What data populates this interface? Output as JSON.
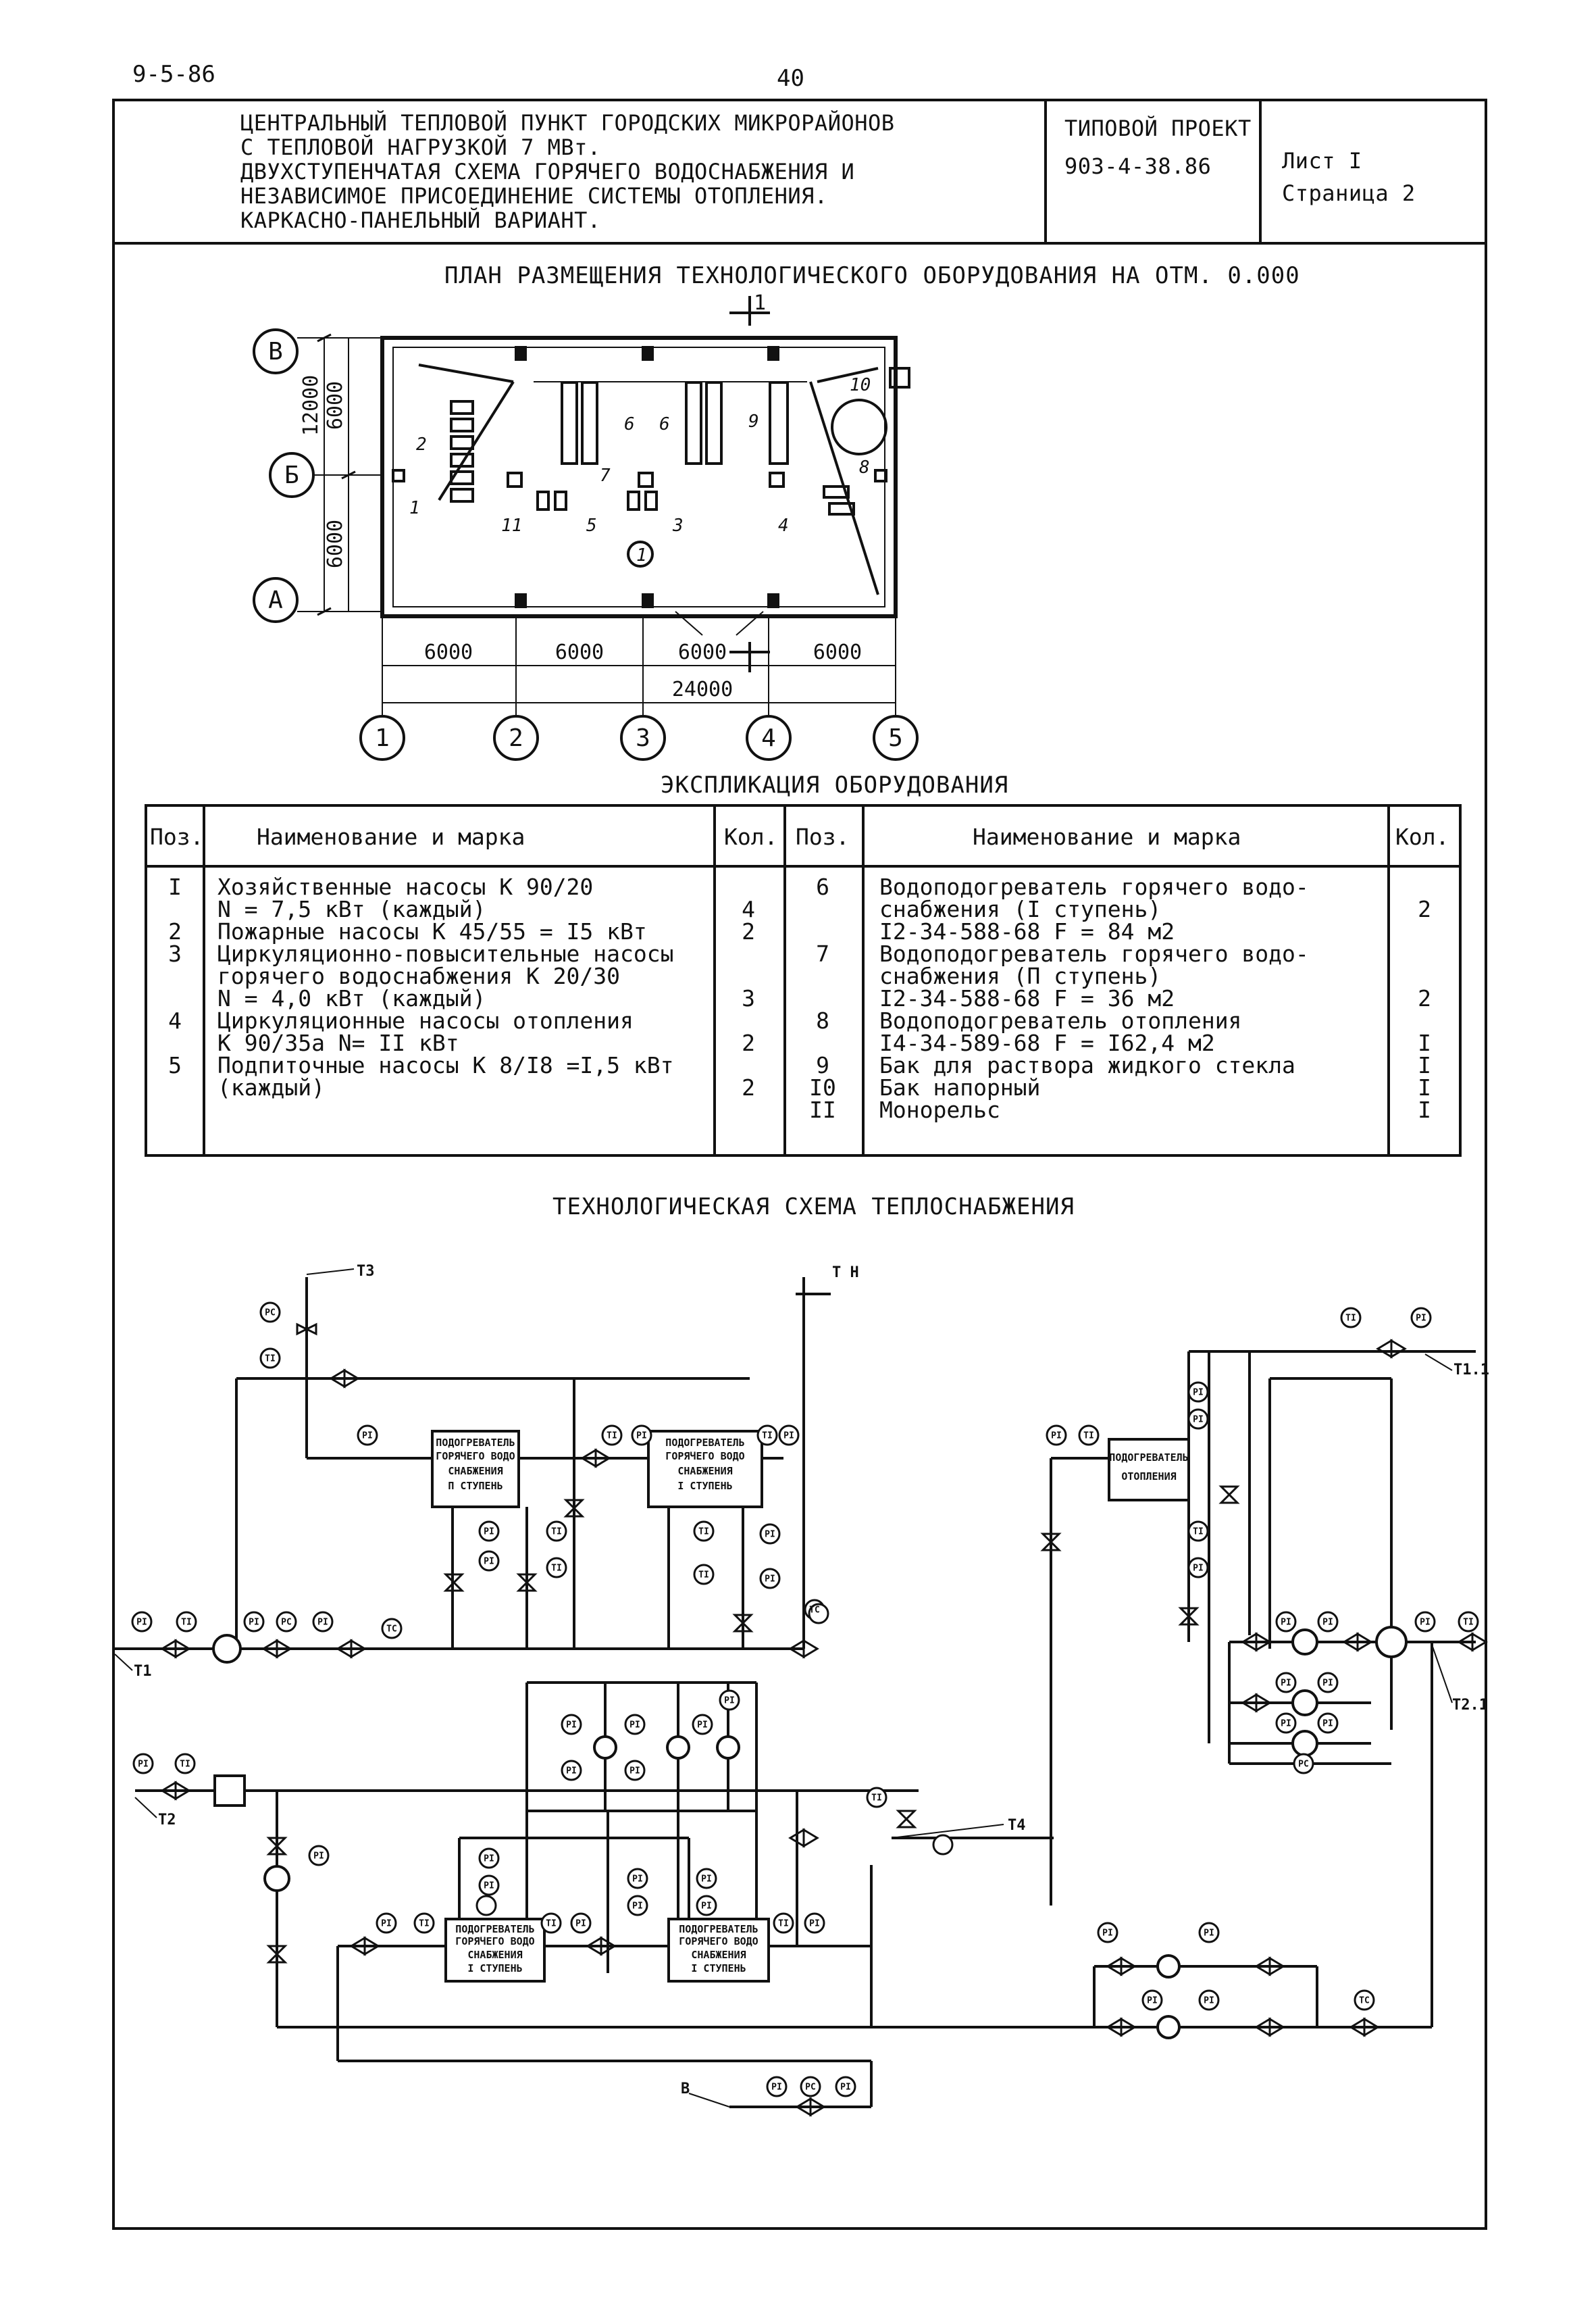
{
  "header": {
    "doc_code": "9-5-86",
    "page_number": "40"
  },
  "title_block": {
    "title_lines": [
      "ЦЕНТРАЛЬНЫЙ ТЕПЛОВОЙ ПУНКТ ГОРОДСКИХ МИКРОРАЙОНОВ",
      "С ТЕПЛОВОЙ НАГРУЗКОЙ 7 МВт.",
      "ДВУХСТУПЕНЧАТАЯ СХЕМА ГОРЯЧЕГО ВОДОСНАБЖЕНИЯ И",
      "НЕЗАВИСИМОЕ ПРИСОЕДИНЕНИЕ СИСТЕМЫ ОТОПЛЕНИЯ.",
      "КАРКАСНО-ПАНЕЛЬНЫЙ ВАРИАНТ."
    ],
    "project_label": "ТИПОВОЙ ПРОЕКТ",
    "project_code": "903-4-38.86",
    "sheet": "Лист I",
    "page": "Страница 2"
  },
  "plan": {
    "title": "ПЛАН РАЗМЕЩЕНИЯ ТЕХНОЛОГИЧЕСКОГО ОБОРУДОВАНИЯ НА ОТМ. 0.000",
    "section_mark": "1",
    "row_axes": [
      "В",
      "Б",
      "А"
    ],
    "col_axes": [
      "1",
      "2",
      "3",
      "4",
      "5"
    ],
    "dim_total_vertical": "12000",
    "dim_vertical": [
      "6000",
      "6000"
    ],
    "dim_horizontal": [
      "6000",
      "6000",
      "6000",
      "6000"
    ],
    "dim_total_horizontal": "24000",
    "position_tags": [
      "1",
      "2",
      "3",
      "4",
      "5",
      "6",
      "6",
      "7",
      "8",
      "9",
      "10",
      "11",
      "1"
    ]
  },
  "equipment": {
    "title": "ЭКСПЛИКАЦИЯ ОБОРУДОВАНИЯ",
    "headers": {
      "pos": "Поз.",
      "name": "Наименование и марка",
      "qty": "Кол."
    },
    "left_pos": [
      "I",
      "",
      "2",
      "3",
      "",
      "",
      "4",
      "",
      "5",
      ""
    ],
    "left_names": [
      "Хозяйственные насосы К 90/20",
      "N = 7,5 кВт (каждый)",
      "Пожарные насосы К 45/55    = I5 кВт",
      "Циркуляционно-повысительные насосы",
      "горячего водоснабжения К 20/30",
      "N = 4,0 кВт (каждый)",
      "Циркуляционные насосы отопления",
      "К 90/35а    N= II кВт",
      "Подпиточные насосы К 8/I8  =I,5 кВт",
      "(каждый)"
    ],
    "left_qty": [
      "",
      "4",
      "2",
      "",
      "",
      "3",
      "",
      "2",
      "",
      "2"
    ],
    "right_pos": [
      "6",
      "",
      "",
      "7",
      "",
      "",
      "8",
      "",
      "9",
      "I0",
      "II"
    ],
    "right_names": [
      "Водоподогреватель горячего водо-",
      "снабжения (I ступень)",
      "I2-34-588-68    F = 84 м2",
      "Водоподогреватель горячего водо-",
      "снабжения (П ступень)",
      "I2-34-588-68    F = 36 м2",
      "Водоподогреватель отопления",
      "I4-34-589-68    F = I62,4 м2",
      "Бак для раствора жидкого стекла",
      "Бак напорный",
      "Монорельс"
    ],
    "right_qty": [
      "",
      "2",
      "",
      "",
      "",
      "2",
      "",
      "I",
      "I",
      "I",
      "I"
    ]
  },
  "scheme": {
    "title": "ТЕХНОЛОГИЧЕСКАЯ СХЕМА ТЕПЛОСНАБЖЕНИЯ",
    "heater_stage2_top": [
      "ПОДОГРЕВАТЕЛЬ",
      "ГОРЯЧЕГО ВОДО",
      "СНАБЖЕНИЯ",
      "П СТУПЕНЬ"
    ],
    "heater_stage1_top": [
      "ПОДОГРЕВАТЕЛЬ",
      "ГОРЯЧЕГО ВОДО",
      "СНАБЖЕНИЯ",
      "I СТУПЕНЬ"
    ],
    "heater_heating": [
      "ПОДОГРЕВАТЕЛЬ",
      "ОТОПЛЕНИЯ"
    ],
    "heater_bottom_left": [
      "ПОДОГРЕВАТЕЛЬ",
      "ГОРЯЧЕГО ВОДО",
      "СНАБЖЕНИЯ",
      "I СТУПЕНЬ"
    ],
    "heater_bottom_right": [
      "ПОДОГРЕВАТЕЛЬ",
      "ГОРЯЧЕГО ВОДО",
      "СНАБЖЕНИЯ",
      "I СТУПЕНЬ"
    ],
    "pipe_labels": {
      "t3": "Т3",
      "tn": "Т Н",
      "t11": "Т1.1",
      "t1": "Т1",
      "t21": "Т2.1",
      "t2": "Т2",
      "t4": "Т4",
      "v": "В"
    },
    "instruments": {
      "pi": "PI",
      "ti": "TI",
      "pc": "PC",
      "tc": "TC"
    }
  }
}
